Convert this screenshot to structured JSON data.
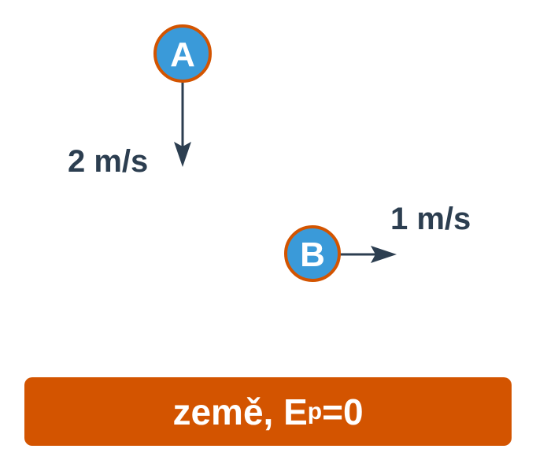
{
  "balls": [
    {
      "label": "A",
      "velocity": "2 m/s"
    },
    {
      "label": "B",
      "velocity": "1 m/s"
    }
  ],
  "ground": {
    "label": "země, E",
    "subscript": "p",
    "suffix": "=0"
  },
  "colors": {
    "ball_fill": "#3a9ad9",
    "ball_stroke": "#d35400",
    "arrow": "#2c3e50",
    "ground": "#d35400"
  }
}
